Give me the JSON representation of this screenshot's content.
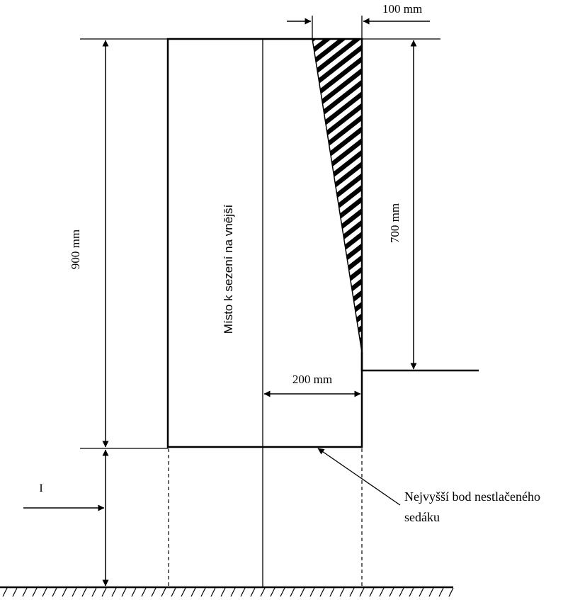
{
  "labels": {
    "dim_top": "100 mm",
    "dim_left": "900 mm",
    "dim_right": "700 mm",
    "dim_bottom": "200 mm",
    "seat_area": "Místo k sezení na vnější",
    "note_line1": "Nejvyšší bod nestlačeného",
    "note_line2": "sedáku",
    "indicator": "I"
  },
  "colors": {
    "line": "#000000",
    "background": "#ffffff"
  }
}
